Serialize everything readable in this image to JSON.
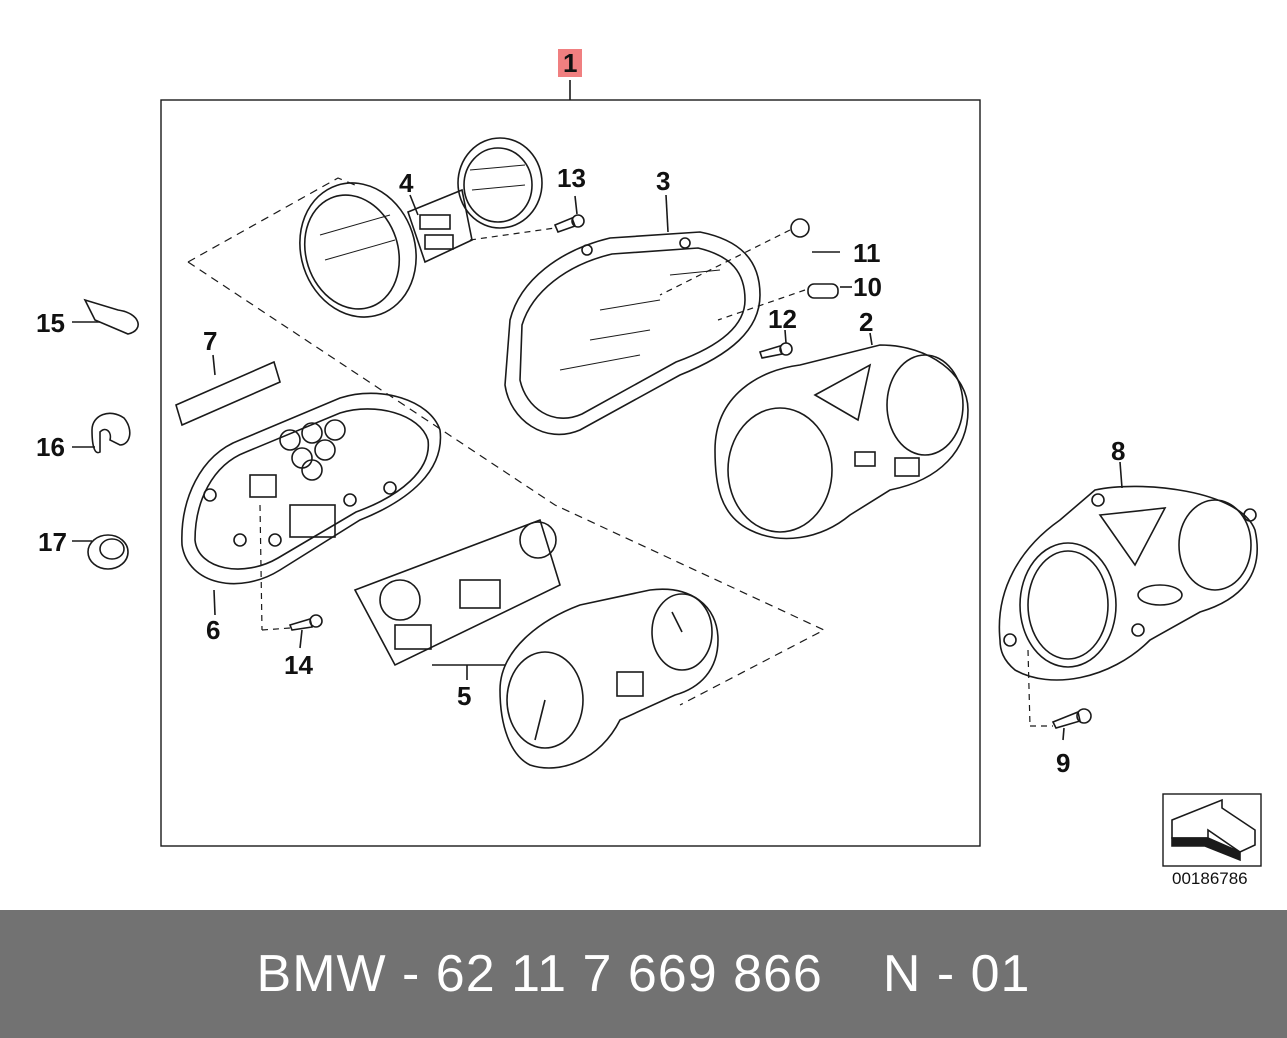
{
  "callouts": {
    "c1": "1",
    "c2": "2",
    "c3": "3",
    "c4": "4",
    "c5": "5",
    "c6": "6",
    "c7": "7",
    "c8": "8",
    "c9": "9",
    "c10": "10",
    "c11": "11",
    "c12": "12",
    "c13": "13",
    "c14": "14",
    "c15": "15",
    "c16": "16",
    "c17": "17"
  },
  "reference_number": "00186786",
  "footer": {
    "part_number": "BMW - 62 11 7 669 866",
    "variant": "N - 01"
  },
  "colors": {
    "highlight": "#f07f80",
    "footer_bg": "#727272",
    "line": "#1a1a1a"
  }
}
